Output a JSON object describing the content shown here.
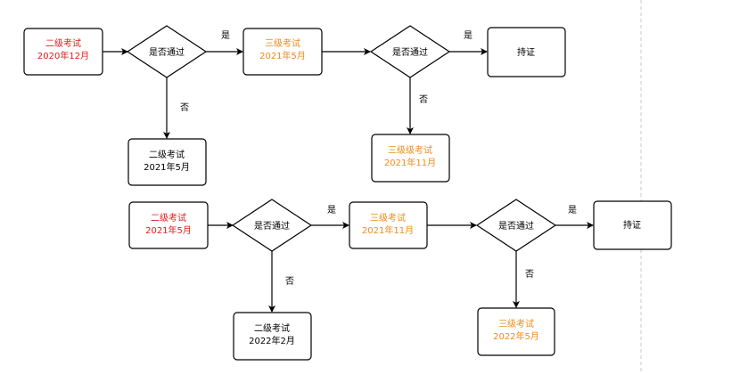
{
  "colors": {
    "red": "#e11b1b",
    "orange": "#ee8a1e",
    "black": "#000000"
  },
  "flow1": {
    "start": {
      "line1": "二级考试",
      "line2": "2020年12月"
    },
    "decision1": "是否通过",
    "yes1": "是",
    "no1": "否",
    "fail_box": {
      "line1": "二级考试",
      "line2": "2021年5月"
    },
    "mid": {
      "line1": "三级考试",
      "line2": "2021年5月"
    },
    "decision2": "是否通过",
    "yes2": "是",
    "no2": "否",
    "retry": {
      "line1": "三级级考试",
      "line2": "2021年11月"
    },
    "cert": "持证"
  },
  "flow2": {
    "start": {
      "line1": "二级考试",
      "line2": "2021年5月"
    },
    "decision1": "是否通过",
    "yes1": "是",
    "no1": "否",
    "fail_box": {
      "line1": "二级考试",
      "line2": "2022年2月"
    },
    "mid": {
      "line1": "三级考试",
      "line2": "2021年11月"
    },
    "decision2": "是否通过",
    "yes2": "是",
    "no2": "否",
    "retry": {
      "line1": "三级考试",
      "line2": "2022年5月"
    },
    "cert": "持证"
  }
}
